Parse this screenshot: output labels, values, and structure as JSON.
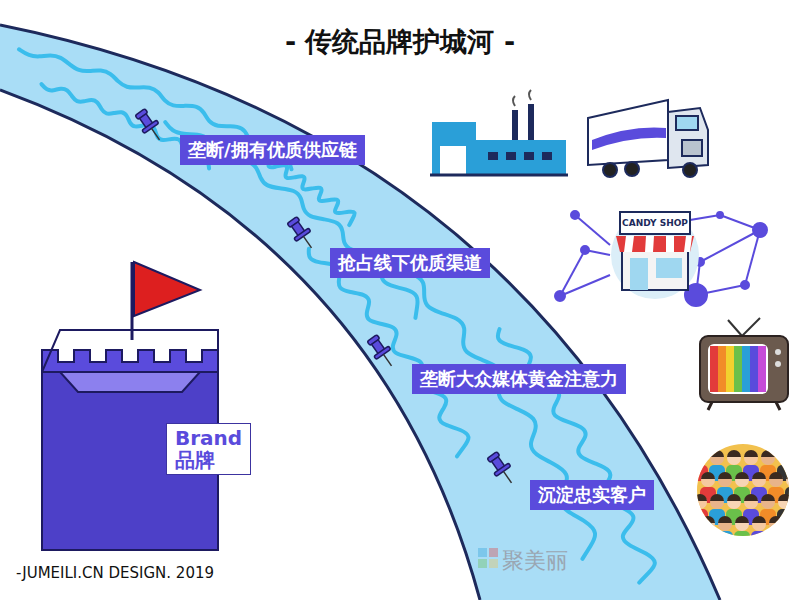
{
  "diagram": {
    "title": "- 传统品牌护城河 -",
    "nodes": [
      {
        "text": [
          "垄断/拥有优质供应链"
        ]
      },
      {
        "text": [
          "抢占线下优质渠道"
        ]
      },
      {
        "text": [
          "垄断大众媒体黄金注意力"
        ]
      },
      {
        "text": [
          "沉淀忠实客户"
        ]
      },
      {
        "text": [
          "Brand",
          "品牌"
        ]
      }
    ],
    "labels": [
      "CANDY SHOP",
      "-JUMEILI.CN DESIGN. 2019",
      "聚美丽"
    ]
  }
}
